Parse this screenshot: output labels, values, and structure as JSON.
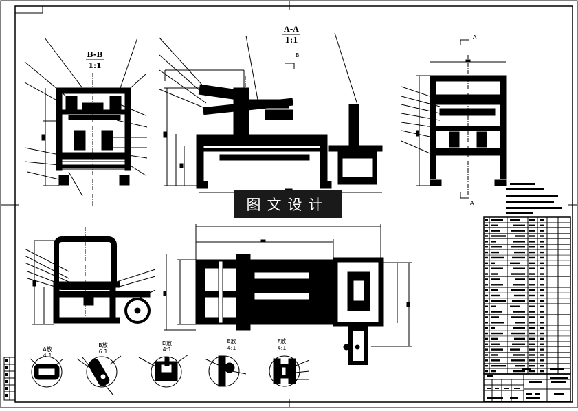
{
  "views": {
    "bb": {
      "title": "B-B",
      "scale": "1:1"
    },
    "aa": {
      "title": "A-A",
      "scale": "1:1",
      "section_mark": "B"
    },
    "side_marks": {
      "top": "A",
      "bottom": "A"
    }
  },
  "banner_text": "图文设计",
  "details": [
    {
      "title": "A放",
      "scale": "4:1"
    },
    {
      "title": "B放",
      "scale": "6:1"
    },
    {
      "title": "D放",
      "scale": "4:1"
    },
    {
      "title": "E放",
      "scale": "4:1"
    },
    {
      "title": "F放",
      "scale": "4:1"
    }
  ],
  "colors": {
    "ink": "#000000",
    "paper": "#ffffff",
    "banner_bg": "#1a1a1a",
    "banner_text": "#ffffff"
  }
}
